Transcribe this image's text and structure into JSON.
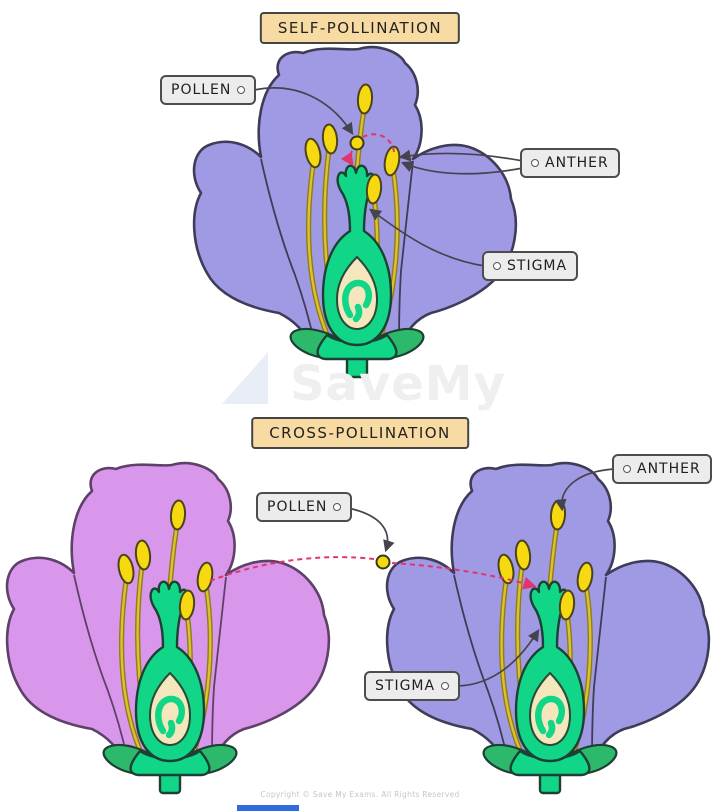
{
  "sections": {
    "self": {
      "title": "SELF-POLLINATION",
      "pollen": "POLLEN",
      "anther": "ANTHER",
      "stigma": "STIGMA"
    },
    "cross": {
      "title": "CROSS-POLLINATION",
      "pollen": "POLLEN",
      "anther": "ANTHER",
      "stigma": "STIGMA"
    }
  },
  "watermark": {
    "text": "SaveMy",
    "logo": "sail-triangle-icon"
  },
  "footer": {
    "copyright": "Copyright © Save My Exams. All Rights Reserved"
  },
  "colors": {
    "petal_purple": "#a099e4",
    "petal_purple_outline": "#3f3c58",
    "petal_pink": "#d897eb",
    "petal_pink_outline": "#5e4168",
    "pistil_green": "#12d687",
    "pistil_outline": "#1d4034",
    "leaf_green": "#2db96b",
    "anther_yellow": "#f6d911",
    "anther_outline": "#4a431c",
    "filament_dark": "#8f7d18",
    "filament_light": "#dcc22f",
    "ovule_cream": "#f4e7bd",
    "title_bg": "#f7dba2",
    "title_border": "#454545",
    "tag_bg": "#ececec",
    "tag_border": "#4d4d4d",
    "connector": "#45444e",
    "pollination_arrow": "#e2356f",
    "watermark_gray": "#efefef",
    "footer_text": "#c6c6c6",
    "footer_bar_blue": "#2f6bdb"
  }
}
